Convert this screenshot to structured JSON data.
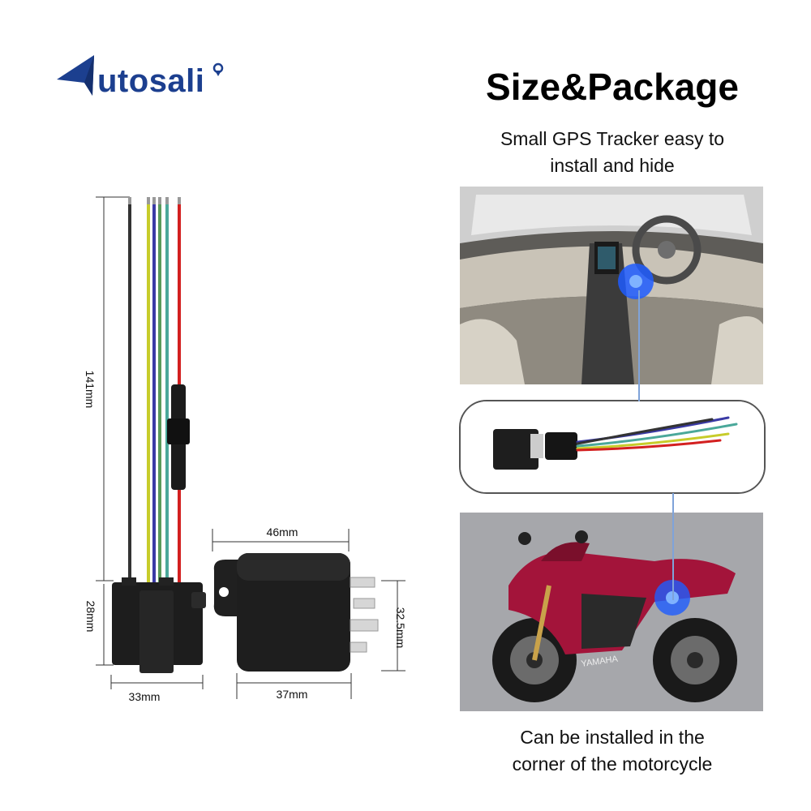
{
  "brand": {
    "name": "utosali",
    "logo_icon": "arrow-pointer-icon"
  },
  "title": "Size&Package",
  "subtitle_line1": "Small GPS Tracker easy to",
  "subtitle_line2": "install and hide",
  "bottom_caption_line1": "Can be installed in the",
  "bottom_caption_line2": "corner of the motorcycle",
  "dimensions": {
    "harness_length": "141mm",
    "connector_height": "28mm",
    "connector_width": "33mm",
    "tracker_length_with_tab": "46mm",
    "tracker_length": "37mm",
    "tracker_height": "32.5mm"
  },
  "motorcycle_brand_text": "YAMAHA",
  "colors": {
    "logo_blue": "#1c3f8f",
    "marker_blue": "#1e5cff",
    "bike_red": "#a3143a",
    "wire_red": "#d32020",
    "wire_green": "#4aa89a",
    "wire_yellow": "#c7cc2a",
    "wire_blue": "#3a3aa5",
    "wire_black": "#333333"
  }
}
